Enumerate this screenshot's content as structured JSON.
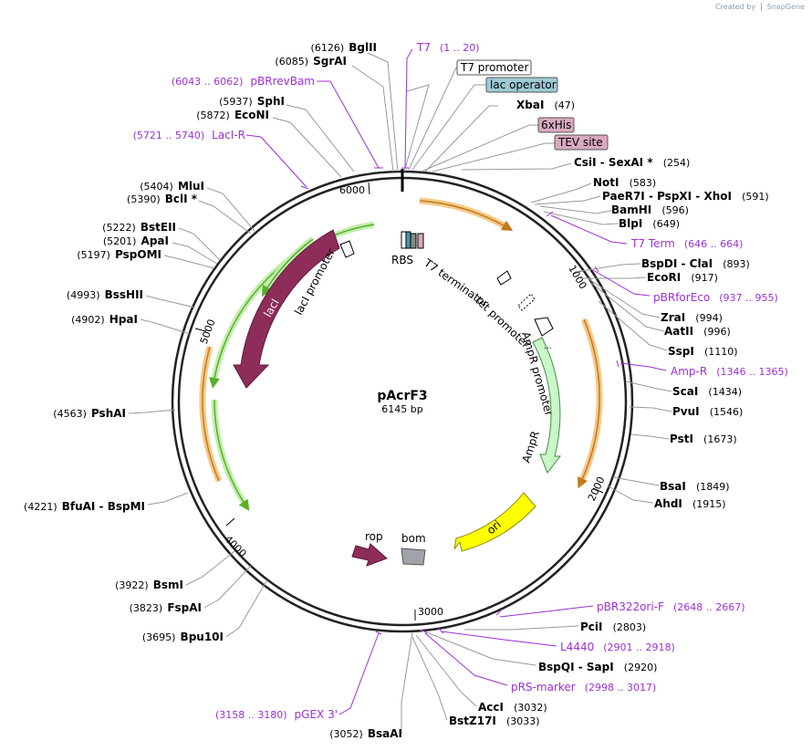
{
  "brand": {
    "created_by": "Created by",
    "logo_text": "SnapGene"
  },
  "plasmid": {
    "name": "pAcrF3",
    "size_label": "6145 bp",
    "length": 6145
  },
  "ticks": [
    "6000",
    "1000",
    "2000",
    "3000",
    "4000",
    "5000"
  ],
  "enzymes": [
    {
      "pos": "(6126)",
      "name": "BglII"
    },
    {
      "pos": "(6085)",
      "name": "SgrAI"
    },
    {
      "pos": "(5937)",
      "name": "SphI"
    },
    {
      "pos": "(5872)",
      "name": "EcoNI"
    },
    {
      "pos": "(5404)",
      "name": "MluI"
    },
    {
      "pos": "(5390)",
      "name": "BclI *"
    },
    {
      "pos": "(5222)",
      "name": "BstEII"
    },
    {
      "pos": "(5201)",
      "name": "ApaI"
    },
    {
      "pos": "(5197)",
      "name": "PspOMI"
    },
    {
      "pos": "(4993)",
      "name": "BssHII"
    },
    {
      "pos": "(4902)",
      "name": "HpaI"
    },
    {
      "pos": "(4563)",
      "name": "PshAI"
    },
    {
      "pos": "(4221)",
      "name": "BfuAI - BspMI"
    },
    {
      "pos": "(3922)",
      "name": "BsmI"
    },
    {
      "pos": "(3823)",
      "name": "FspAI"
    },
    {
      "pos": "(3695)",
      "name": "Bpu10I"
    },
    {
      "pos": "(3052)",
      "name": "BsaAI"
    },
    {
      "pos": "(47)",
      "name": "XbaI"
    },
    {
      "pos": "(254)",
      "name": "CsiI - SexAI *"
    },
    {
      "pos": "(583)",
      "name": "NotI"
    },
    {
      "pos": "(591)",
      "name": "PaeR7I - PspXI - XhoI"
    },
    {
      "pos": "(596)",
      "name": "BamHI"
    },
    {
      "pos": "(649)",
      "name": "BlpI"
    },
    {
      "pos": "(893)",
      "name": "BspDI - ClaI"
    },
    {
      "pos": "(917)",
      "name": "EcoRI"
    },
    {
      "pos": "(994)",
      "name": "ZraI"
    },
    {
      "pos": "(996)",
      "name": "AatII"
    },
    {
      "pos": "(1110)",
      "name": "SspI"
    },
    {
      "pos": "(1434)",
      "name": "ScaI"
    },
    {
      "pos": "(1546)",
      "name": "PvuI"
    },
    {
      "pos": "(1673)",
      "name": "PstI"
    },
    {
      "pos": "(1849)",
      "name": "BsaI"
    },
    {
      "pos": "(1915)",
      "name": "AhdI"
    },
    {
      "pos": "(2803)",
      "name": "PciI"
    },
    {
      "pos": "(2920)",
      "name": "BspQI - SapI"
    },
    {
      "pos": "(3032)",
      "name": "AccI"
    },
    {
      "pos": "(3033)",
      "name": "BstZ17I"
    }
  ],
  "primers": [
    {
      "name": "T7",
      "range": "(1 .. 20)"
    },
    {
      "name": "pBRrevBam",
      "range": "(6043 .. 6062)"
    },
    {
      "name": "LacI-R",
      "range": "(5721 .. 5740)"
    },
    {
      "name": "T7 Term",
      "range": "(646 .. 664)"
    },
    {
      "name": "pBRforEco",
      "range": "(937 .. 955)"
    },
    {
      "name": "Amp-R",
      "range": "(1346 .. 1365)"
    },
    {
      "name": "pBR322ori-F",
      "range": "(2648 .. 2667)"
    },
    {
      "name": "L4440",
      "range": "(2901 .. 2918)"
    },
    {
      "name": "pRS-marker",
      "range": "(2998 .. 3017)"
    },
    {
      "name": "pGEX 3'",
      "range": "(3158 .. 3180)"
    }
  ],
  "boxed_features": [
    {
      "name": "T7 promoter",
      "color": "#ffffff"
    },
    {
      "name": "lac operator",
      "color": "#9ecbd6"
    },
    {
      "name": "6xHis",
      "color": "#d9a9c0"
    },
    {
      "name": "TEV site",
      "color": "#d9a9c0"
    }
  ],
  "features": [
    {
      "name": "RBS"
    },
    {
      "name": "T7 terminator"
    },
    {
      "name": "tet promoter"
    },
    {
      "name": "AmpR promoter"
    },
    {
      "name": "AmpR"
    },
    {
      "name": "ori"
    },
    {
      "name": "rop"
    },
    {
      "name": "bom"
    },
    {
      "name": "lacI"
    },
    {
      "name": "lacI promoter"
    },
    {
      "name": "..."
    }
  ],
  "colors": {
    "lacI": "#8e2c5a",
    "ampR": "#c8f7c8",
    "ori": "#ffff00",
    "rop": "#8e2c5a",
    "bom": "#a0a4aa",
    "primer": "#9b30d9",
    "orf_orange": "#f0a030",
    "orf_green": "#58b028"
  }
}
